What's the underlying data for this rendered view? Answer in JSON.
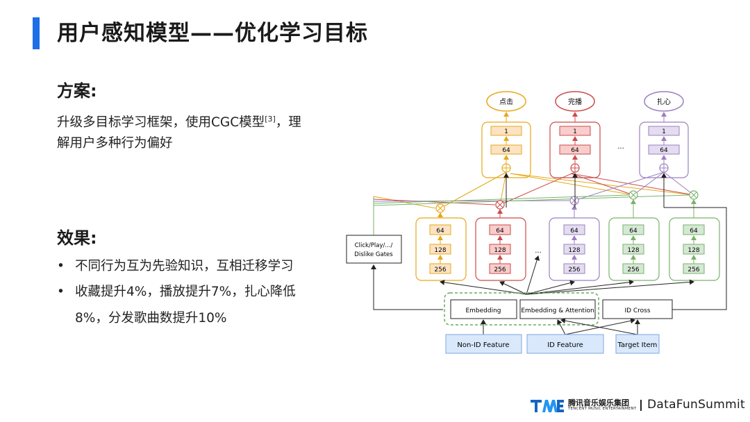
{
  "slide": {
    "title": "用户感知模型——优化学习目标",
    "plan": {
      "heading": "方案:",
      "line1": "升级多目标学习框架，使用CGC模型",
      "ref": "[3]",
      "line1_end": "，理",
      "line2": "解用户多种行为偏好"
    },
    "effect": {
      "heading": "效果:",
      "bullets": [
        {
          "marker": "•",
          "lines": [
            "不同行为互为先验知识，互相迁移学习"
          ]
        },
        {
          "marker": "•",
          "lines": [
            "收藏提升4%，播放提升7%，扎心降低",
            "8%，分发歌曲数提升10%"
          ]
        }
      ]
    }
  },
  "diagram": {
    "outputs": [
      "点击",
      "完播",
      "扎心"
    ],
    "tower_layers": [
      "1",
      "64"
    ],
    "expert_layers": [
      "64",
      "128",
      "256"
    ],
    "ellipsis": "...",
    "gates_label_line1": "Click/Play/.../",
    "gates_label_line2": "Dislike Gates",
    "embeddings": [
      "Embedding",
      "Embedding & Attention",
      "ID Cross"
    ],
    "features": [
      "Non-ID Feature",
      "ID Feature",
      "Target Item"
    ],
    "colors": {
      "orange": "#e6a817",
      "red": "#cc4a48",
      "purple": "#9b7fc0",
      "green": "#79b26a",
      "orange_fill": "#fde3c3",
      "red_fill": "#f8cdcc",
      "purple_fill": "#e4dcf0",
      "green_fill": "#d5e8d4",
      "feature_fill": "#dae8fc",
      "feature_stroke": "#7ea6e0",
      "dashed_green": "#67ab5b"
    }
  },
  "footer": {
    "company_cn": "腾讯音乐娱乐集团",
    "company_en": "TENCENT MUSIC ENTERTAINMENT",
    "separator": "|",
    "event": "DataFunSummit"
  }
}
